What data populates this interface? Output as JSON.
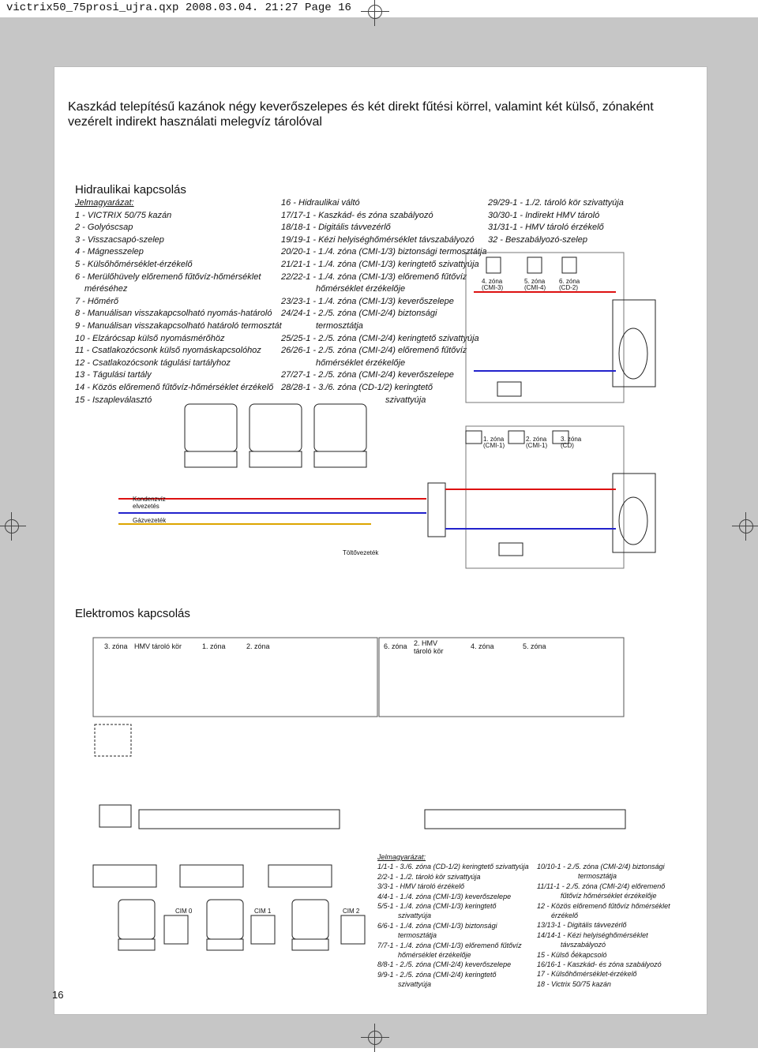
{
  "header": {
    "print_line": "victrix50_75prosi_ujra.qxp   2008.03.04.  21:27  Page 16"
  },
  "title": "Kaszkád telepítésű kazánok négy keverőszelepes és két direkt fűtési körrel, valamint két külső, zónaként vezérelt indirekt használati melegvíz tárolóval",
  "hydraulic": {
    "heading": "Hidraulikai kapcsolás",
    "legend_head": "Jelmagyarázat:",
    "col1": [
      "1 - VICTRIX 50/75 kazán",
      "2 - Golyóscsap",
      "3 - Visszacsapó-szelep",
      "4 - Mágnesszelep",
      "5 - Külsőhőmérséklet-érzékelő",
      "6 - Merülőhüvely előremenő fűtővíz-hőmérséklet",
      "méréséhez",
      "7 - Hőmérő",
      "8 - Manuálisan visszakapcsolható nyomás-határoló",
      "9 - Manuálisan visszakapcsolható határoló termosztát",
      "10 - Elzárócsap külső nyomásmérőhöz",
      "11 - Csatlakozócsonk külső nyomáskapcsolóhoz",
      "12 - Csatlakozócsonk tágulási tartályhoz",
      "13 - Tágulási tartály",
      "14 - Közös előremenő fűtővíz-hőmérséklet érzékelő",
      "15 - Iszapleválasztó"
    ],
    "col2": [
      "16 - Hidraulikai váltó",
      "17/17-1 - Kaszkád- és zóna szabályozó",
      "18/18-1 - Digitális távvezérlő",
      "19/19-1 - Kézi helyiséghőmérséklet távszabályozó",
      "20/20-1 - 1./4. zóna (CMI-1/3) biztonsági termosztátja",
      "21/21-1 - 1./4. zóna (CMI-1/3) keringtető szivattyúja",
      "22/22-1 - 1./4. zóna (CMI-1/3) előremenő fűtővíz",
      "hőmérséklet érzékelője",
      "23/23-1 - 1./4. zóna (CMI-1/3) keverőszelepe",
      "24/24-1 - 2./5. zóna (CMI-2/4) biztonsági",
      "termosztátja",
      "25/25-1 - 2./5. zóna (CMI-2/4) keringtető szivattyúja",
      "26/26-1 - 2./5. zóna (CMI-2/4) előremenő fűtővíz",
      "hőmérséklet érzékelője",
      "27/27-1 - 2./5. zóna (CMI-2/4) keverőszelepe",
      "28/28-1 - 3./6. zóna (CD-1/2) keringtető",
      "szivattyúja"
    ],
    "col3": [
      "29/29-1 - 1./2. tároló kör szivattyúja",
      "30/30-1 - Indirekt HMV tároló",
      "31/31-1 - HMV tároló érzékelő",
      "32 - Beszabályozó-szelep"
    ]
  },
  "diagram_labels": {
    "kondenzviz": "Kondenzvíz",
    "elvezetes": "elvezetés",
    "gazvezetek": "Gázvezeték",
    "toltovezetek": "Töltővezeték",
    "zone4": "4. zóna",
    "zone4b": "(CMI-3)",
    "zone5": "5. zóna",
    "zone5b": "(CMI-4)",
    "zone6": "6. zóna",
    "zone6b": "(CD-2)",
    "zone1": "1. zóna",
    "zone1b": "(CMI-1)",
    "zone2": "2. zóna",
    "zone2b": "(CMI-1)",
    "zone3": "3. zóna",
    "zone3b": "(CD)"
  },
  "electric": {
    "heading": "Elektromos kapcsolás",
    "tabs_left": [
      "3. zóna",
      "HMV tároló kör",
      "1. zóna",
      "2. zóna"
    ],
    "tabs_right": [
      "6. zóna",
      "2. HMV tároló kör",
      "4. zóna",
      "5. zóna"
    ],
    "cim": [
      "CIM 0",
      "CIM 1",
      "CIM 2"
    ],
    "legend_head": "Jelmagyarázat:",
    "colA": [
      "1/1-1 - 3./6. zóna (CD-1/2) keringtető szivattyúja",
      "2/2-1 - 1./2. tároló kör szivattyúja",
      "3/3-1 - HMV tároló érzékelő",
      "4/4-1 - 1./4. zóna (CMI-1/3) keverőszelepe",
      "5/5-1 - 1./4. zóna (CMI-1/3) keringtető",
      "szivattyúja",
      "6/6-1 - 1./4. zóna (CMI-1/3) biztonsági",
      "termosztátja",
      "7/7-1 - 1./4. zóna (CMI-1/3) előremenő fűtővíz",
      "hőmérséklet érzékelője",
      "8/8-1 - 2./5. zóna (CMI-2/4) keverőszelepe",
      "9/9-1 - 2./5. zóna (CMI-2/4) keringtető",
      "szivattyúja"
    ],
    "colB": [
      "10/10-1 - 2./5. zóna (CMI-2/4) biztonsági",
      "termosztátja",
      "11/11-1 - 2./5. zóna (CMI-2/4) előremenő",
      "fűtővíz hőmérséklet érzékelője",
      "12 - Közös előremenő fűtővíz hőmérséklet",
      "érzékelő",
      "13/13-1 - Digitális távvezérlő",
      "14/14-1 - Kézi helyiséghőmérséklet",
      "távszabályozó",
      "15 - Külső ő́ékapcsoló",
      "16/16-1 - Kaszkád- és zóna szabályozó",
      "17 - Külsőhőmérséklet-érzékelő",
      "18 - Victrix 50/75 kazán"
    ]
  },
  "page_number": "16"
}
